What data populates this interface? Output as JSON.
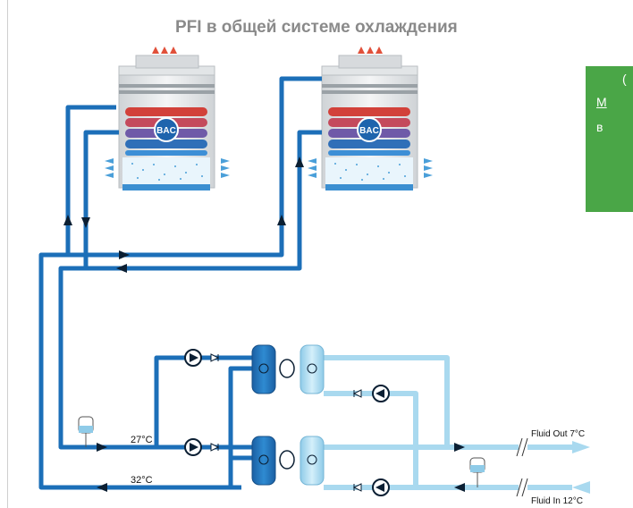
{
  "title": "PFI в общей системе охлаждения",
  "side_panel": {
    "line1": "(",
    "line2": "М",
    "line3": "в"
  },
  "labels": {
    "temp_supply": "27°C",
    "temp_return": "32°C",
    "fluid_out": "Fluid Out 7°C",
    "fluid_in": "Fluid In 12°C",
    "logo": "BAC"
  },
  "colors": {
    "pipe_dark": "#1c6fb8",
    "pipe_light": "#a9d9ef",
    "arrow": "#0b1f33",
    "hot": "#d2413a",
    "panel_green": "#4aa647"
  }
}
